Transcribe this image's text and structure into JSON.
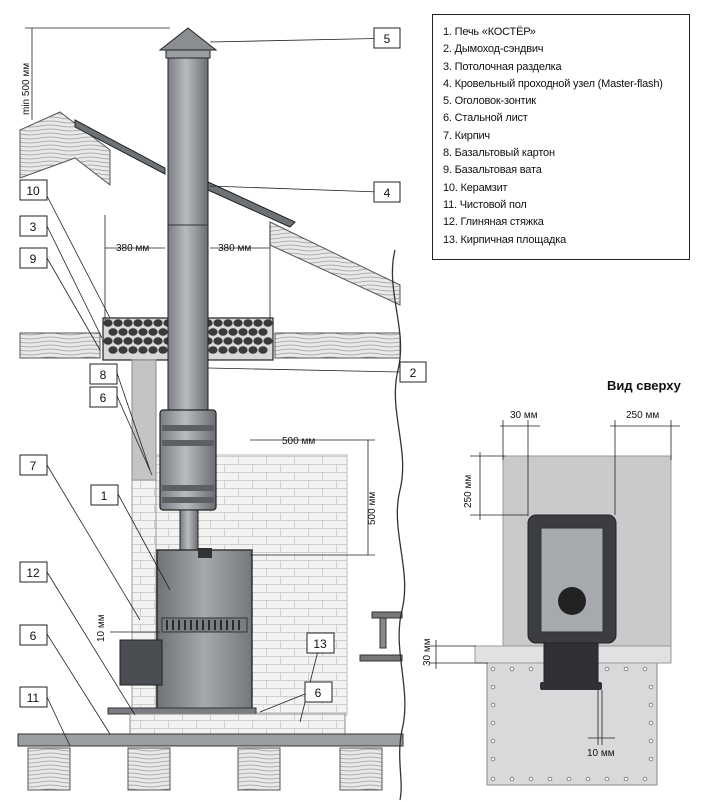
{
  "legend": [
    "1. Печь «КОСТЁР»",
    "2. Дымоход-сэндвич",
    "3. Потолочная разделка",
    "4. Кровельный проходной узел (Master-flash)",
    "5. Оголовок-зонтик",
    "6. Стальной лист",
    "7. Кирпич",
    "8. Базальтовый картон",
    "9. Базальтовая вата",
    "10. Керамзит",
    "11. Чистовой пол",
    "12. Глиняная  стяжка",
    "13. Кирпичная площадка"
  ],
  "callouts": {
    "c1": "1",
    "c2": "2",
    "c3": "3",
    "c4": "4",
    "c5": "5",
    "c6a": "6",
    "c6b": "6",
    "c6c": "6",
    "c7": "7",
    "c8": "8",
    "c9": "9",
    "c10": "10",
    "c11": "11",
    "c12": "12",
    "c13": "13"
  },
  "dimensions": {
    "min500": "min 500 мм",
    "d380_left": "380 мм",
    "d380_right": "380 мм",
    "d500_h": "500 мм",
    "d500_v": "500 мм",
    "d10_side": "10 мм",
    "top_30": "30 мм",
    "top_250_h": "250 мм",
    "top_250_v": "250 мм",
    "top_30_v": "30 мм",
    "top_10": "10 мм"
  },
  "top_view_title": "Вид сверху",
  "colors": {
    "outline": "#222222",
    "metal_dark": "#6f7378",
    "metal_mid": "#9a9ea3",
    "metal_light": "#c9ccd0",
    "wall_grey": "#c8c9cb",
    "brick_bg": "#f4f4f4",
    "stove_dark": "#3b3d40"
  }
}
